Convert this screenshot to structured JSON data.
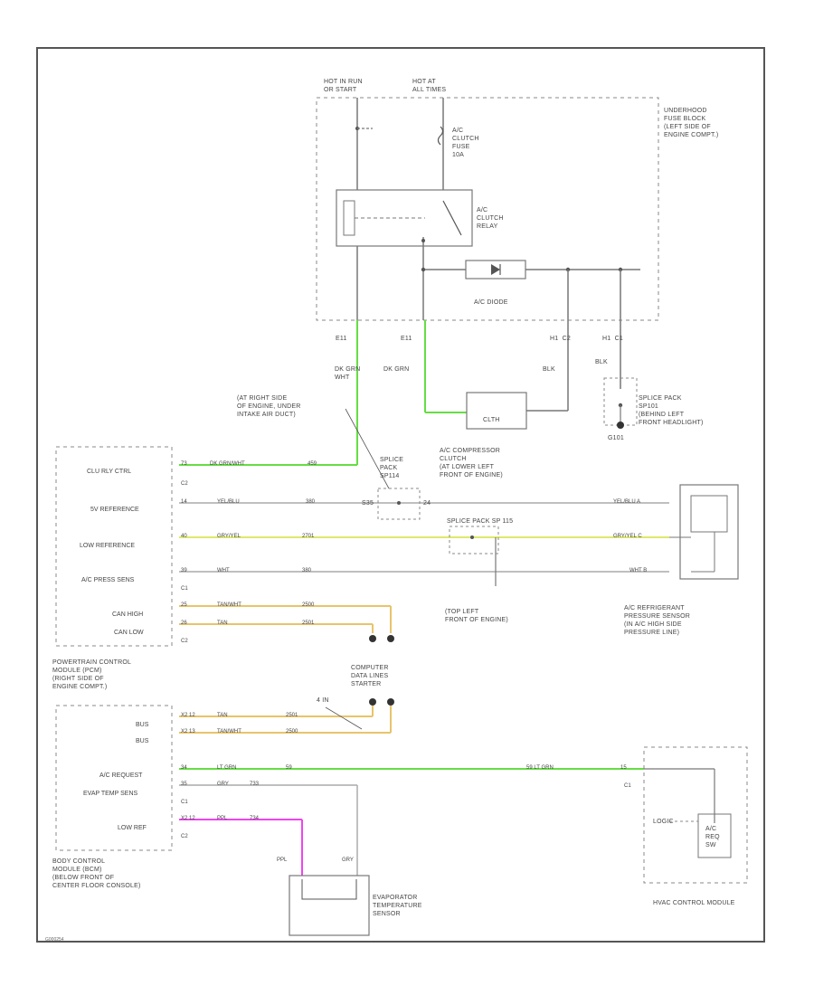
{
  "title": "",
  "fuse_block": {
    "hot1": "HOT IN RUN\nOR START",
    "hot2": "HOT AT\nALL TIMES",
    "name": "UNDERHOOD\nFUSE BLOCK\n(LEFT SIDE OF\nENGINE COMPT.)",
    "fuse": "A/C\nCLUTCH\nFUSE\n10A",
    "relay": "A/C\nCLUTCH\nRELAY",
    "diode": "A/C DIODE"
  },
  "connectors": {
    "c1_e11": "E11",
    "c2_e11": "E11",
    "c3_c2": "H1  C2",
    "c4_c1": "H1  C1"
  },
  "wires": {
    "dk_grn_wht": "DK GRN\nWHT",
    "dk_grn": "DK GRN",
    "blk1": "BLK",
    "blk2": "BLK"
  },
  "splice_sp101": "SPLICE PACK\nSP101\n(BEHIND LEFT\nFRONT HEADLIGHT)",
  "g101": "G101",
  "clutch": {
    "box": "CLTH",
    "name": "A/C COMPRESSOR\nCLUTCH\n(AT LOWER LEFT\nFRONT OF ENGINE)"
  },
  "note_at_right": "(AT RIGHT SIDE\nOF ENGINE, UNDER\nINTAKE AIR DUCT)",
  "splice_sp114": "SPLICE\nPACK\nSP114",
  "splice_sp115": "SPLICE PACK SP 115",
  "pcm": {
    "rows": [
      {
        "name": "CLU RLY CTRL",
        "pin": "73",
        "wire": "DK GRN/WHT",
        "circ": "459",
        "conn": "C2"
      },
      {
        "name": "5V REFERENCE",
        "pin": "14",
        "wire": "YEL/BLU",
        "circ": "380",
        "conn": ""
      },
      {
        "name": "LOW REFERENCE",
        "pin": "40",
        "wire": "GRY/YEL",
        "circ": "2701",
        "conn": ""
      },
      {
        "name": "A/C PRESS SENS",
        "pin": "39",
        "wire": "WHT",
        "circ": "380",
        "conn": "C1"
      },
      {
        "name": "CAN HIGH",
        "pin": "25",
        "wire": "TAN/WHT",
        "circ": "2500",
        "conn": ""
      },
      {
        "name": "CAN LOW",
        "pin": "26",
        "wire": "TAN",
        "circ": "2501",
        "conn": "C2"
      }
    ],
    "name": "POWERTRAIN CONTROL\nMODULE (PCM)\n(RIGHT SIDE OF\nENGINE COMPT.)"
  },
  "sensor": {
    "pins": [
      "YEL/BLU  A",
      "GRY/YEL  C",
      "WHT  B"
    ],
    "name": "A/C REFRIGERANT\nPRESSURE SENSOR\n(IN A/C HIGH SIDE\nPRESSURE LINE)"
  },
  "splice_pins": {
    "a": "S35",
    "b": "24"
  },
  "ground_note": "(TOP LEFT\nFRONT OF ENGINE)",
  "dlc": {
    "name": "COMPUTER\nDATA LINES\nSTARTER",
    "label": "4 IN"
  },
  "bcm": {
    "rows": [
      {
        "name": "BUS",
        "pin": "X2 12",
        "wire": "TAN",
        "circ": "2501"
      },
      {
        "name": "BUS",
        "pin": "X2 13",
        "wire": "TAN/WHT",
        "circ": "2500"
      },
      {
        "name": "A/C REQUEST",
        "pin": "34",
        "wire": "LT GRN",
        "circ": "59"
      },
      {
        "name": "EVAP TEMP SENS",
        "pin": "35",
        "wire": "GRY",
        "circ": "733"
      },
      {
        "name": "LOW REF",
        "pin": "X2 12",
        "wire": "PPL",
        "circ": "734"
      }
    ],
    "conns": [
      "C1",
      "C2"
    ],
    "name": "BODY CONTROL\nMODULE (BCM)\n(BELOW FRONT OF\nCENTER FLOOR CONSOLE)"
  },
  "hvac": {
    "wire_right": "59   LT GRN",
    "pin": "15",
    "conn": "C1",
    "logic": "LOGIC",
    "req": "A/C\nREQ\nSW",
    "name": "HVAC CONTROL MODULE"
  },
  "evap": {
    "ppl": "PPL",
    "gry": "GRY",
    "name": "EVAPORATOR\nTEMPERATURE\nSENSOR"
  },
  "footer_code": "G000254",
  "colors": {
    "green": "#66dd44",
    "yellow": "#dde86a",
    "tan": "#e8c46a",
    "magenta": "#ee44ee",
    "gray": "#9a9a9a",
    "dark": "#555555"
  }
}
